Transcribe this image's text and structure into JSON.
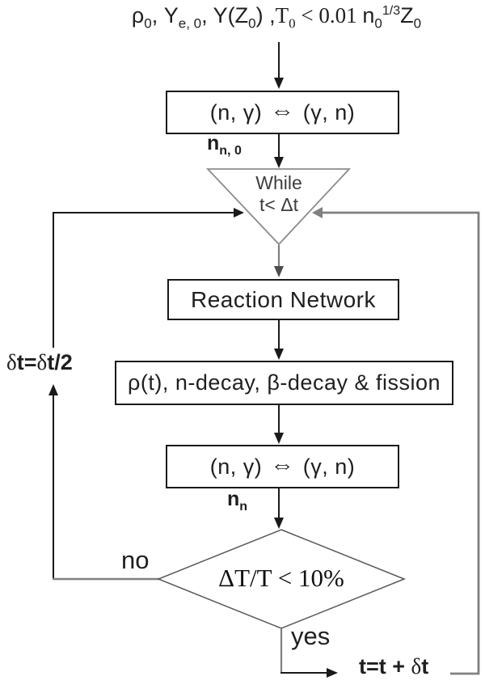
{
  "colors": {
    "line_black": "#1a1a1a",
    "loop_gray": "#808080",
    "diamond_stroke": "#595959"
  },
  "top_formula": {
    "p1": "ρ",
    "sub1": "0",
    "p2": ", Y",
    "sub2": "e, 0",
    "p3": ", Y(Z",
    "sub3": "0",
    "p4": ") ,",
    "p5": "T",
    "sub5": "0",
    "p6": " < 0.01 ",
    "p7": "n",
    "sub7": "0",
    "sup7": "1/3",
    "p8": "Z",
    "sub8": "0"
  },
  "boxes": {
    "ngamma": {
      "left": "(n, γ)",
      "arrow": "⇔",
      "right": "(γ, n)"
    },
    "reaction_network": "Reaction Network",
    "decay": "ρ(t), n-decay, β-decay & fission"
  },
  "while_loop": {
    "line1": "While",
    "line2": "t< Δt"
  },
  "decision": {
    "condition": "ΔT/T < 10%"
  },
  "labels": {
    "nn0": {
      "base": "n",
      "sub": "n, 0"
    },
    "nn": {
      "base": "n",
      "sub": "n"
    },
    "no": "no",
    "yes": "yes",
    "halve": {
      "d1": "δ",
      "t1": "t=",
      "d2": "δ",
      "t2": "t/2"
    },
    "increment": {
      "t1": "t=t + ",
      "d1": "δ",
      "t2": "t"
    }
  }
}
